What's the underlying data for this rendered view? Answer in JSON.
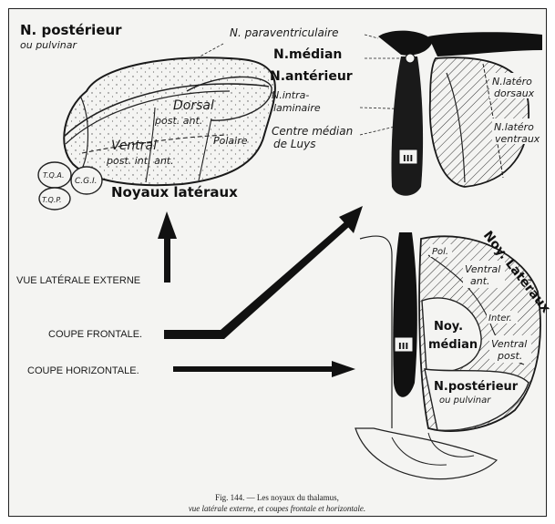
{
  "lateral": {
    "n_posterieur": "N. postérieur",
    "ou_pulvinar": "ou pulvinar",
    "n_paraventriculaire": "N. paraventriculaire",
    "n_median": "N.médian",
    "n_anterieur": "N.antérieur",
    "n_intra": "N.intra-",
    "laminaire": "laminaire",
    "centre_median": "Centre médian",
    "de_luys": "de Luys",
    "dorsal": "Dorsal",
    "post_ant_dorsal": "post. ant.",
    "ventral": "Ventral",
    "post_int_ant": "post. int. ant.",
    "polaire": "Polaire",
    "tqa": "T.Q.A.",
    "cgi": "C.G.I.",
    "tqp": "T.Q.P.",
    "noyaux_lateraux": "Noyaux latéraux"
  },
  "frontal": {
    "n_latero_1": "N.latéro",
    "dorsaux": "dorsaux",
    "n_latero_2": "N.latéro",
    "ventraux": "ventraux",
    "ventricle": "III"
  },
  "horizontal": {
    "noy_lateraux": "Noy. Latéraux",
    "pol": "Pol.",
    "ventral_ant_1": "Ventral",
    "ventral_ant_2": "ant.",
    "inter": "Inter.",
    "noy": "Noy.",
    "median": "médian",
    "ventral_post_1": "Ventral",
    "ventral_post_2": "post.",
    "n_posterieur": "N.postérieur",
    "ou_pulvinar": "ou pulvinar",
    "ventricle": "III"
  },
  "labels": {
    "vue_laterale": "VUE LATÉRALE EXTERNE",
    "coupe_frontale": "COUPE FRONTALE.",
    "coupe_horizontale": "COUPE HORIZONTALE."
  },
  "caption": {
    "line1": "Fig. 144. — Les noyaux du thalamus,",
    "line2": "vue latérale externe, et coupes frontale et horizontale."
  }
}
